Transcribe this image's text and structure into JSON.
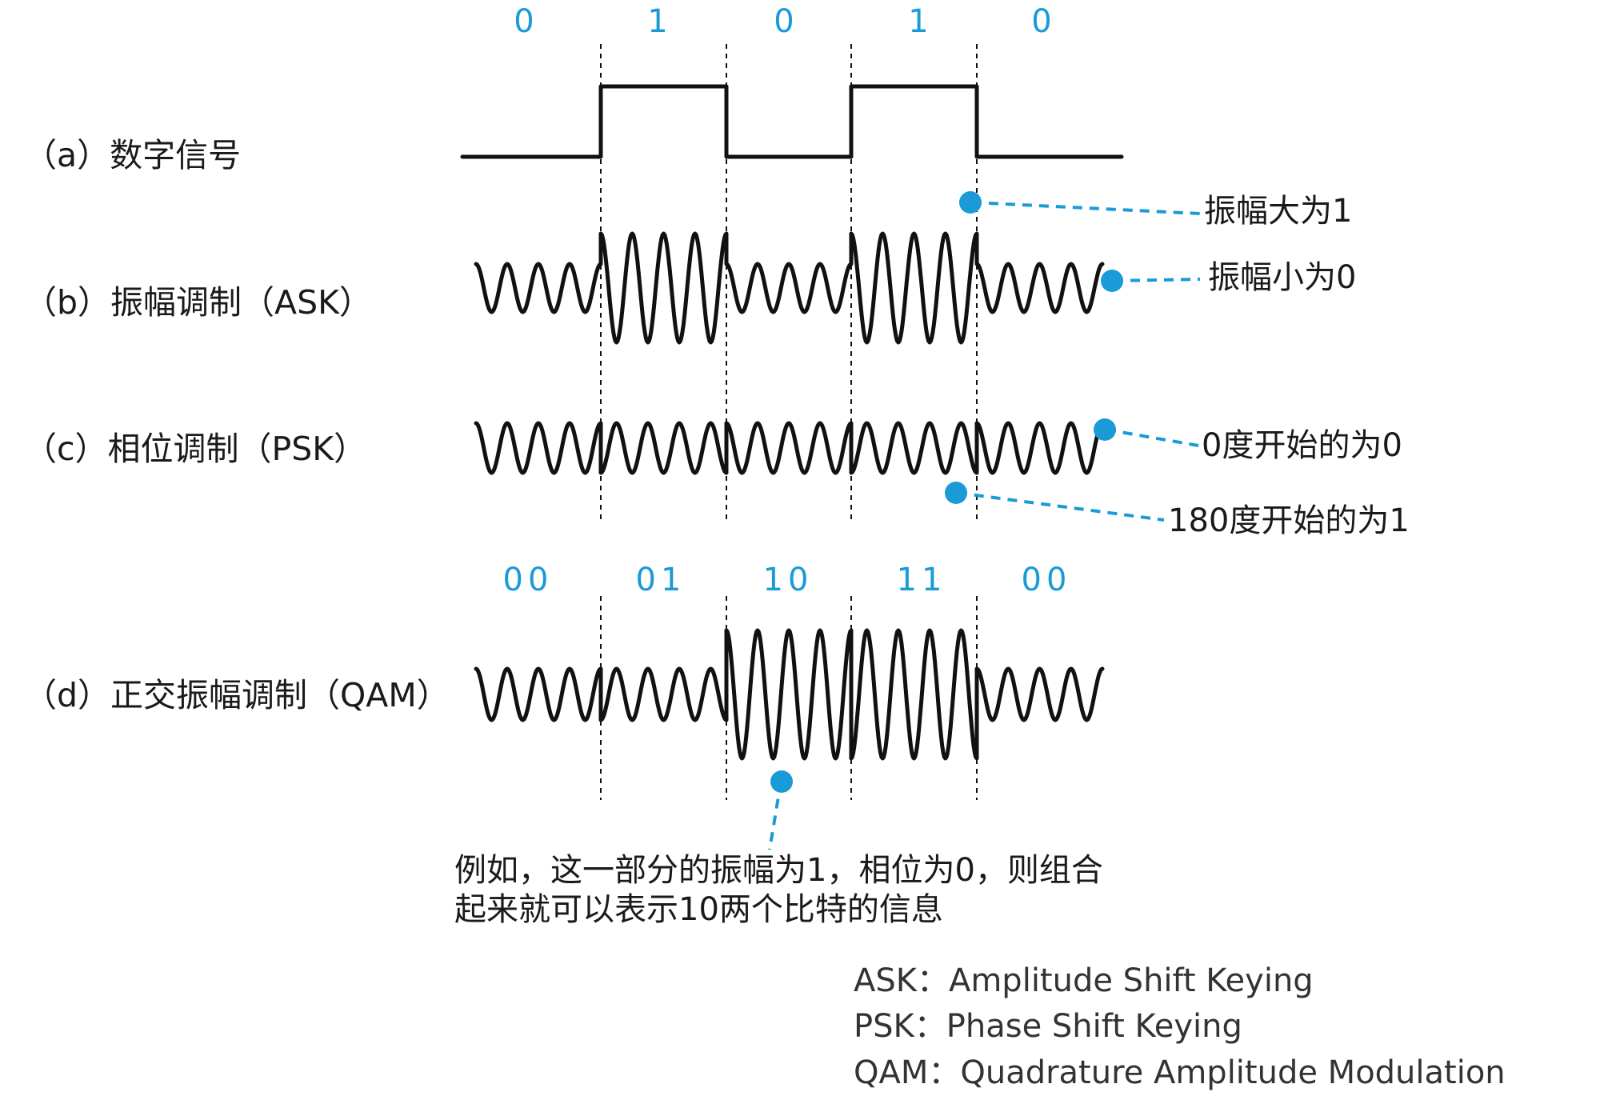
{
  "rows": {
    "a": "（a）数字信号",
    "b": "（b）振幅调制（ASK）",
    "c": "（c）相位调制（PSK）",
    "d": "（d）正交振幅调制（QAM）"
  },
  "bits_top": [
    "0",
    "1",
    "0",
    "1",
    "0"
  ],
  "bits_qam": [
    "00",
    "01",
    "10",
    "11",
    "00"
  ],
  "ask_bits": [
    0,
    1,
    0,
    1,
    0
  ],
  "psk_phase_deg": [
    0,
    180,
    0,
    180,
    0
  ],
  "qam_amp_bits": [
    0,
    0,
    1,
    1,
    0
  ],
  "qam_phase_bits": [
    0,
    1,
    0,
    1,
    0
  ],
  "annotations": {
    "ask_high": "振幅大为1",
    "ask_low": "振幅小为0",
    "psk_zero": "0度开始的为0",
    "psk_180": "180度开始的为1",
    "qam_note_line1": "例如，这一部分的振幅为1，相位为0，则组合",
    "qam_note_line2": "起来就可以表示10两个比特的信息"
  },
  "legend": [
    "ASK：Amplitude Shift Keying",
    "PSK：Phase Shift Keying",
    "QAM：Quadrature Amplitude Modulation"
  ],
  "colors": {
    "accent": "#1a9ad6",
    "line": "#111111"
  }
}
